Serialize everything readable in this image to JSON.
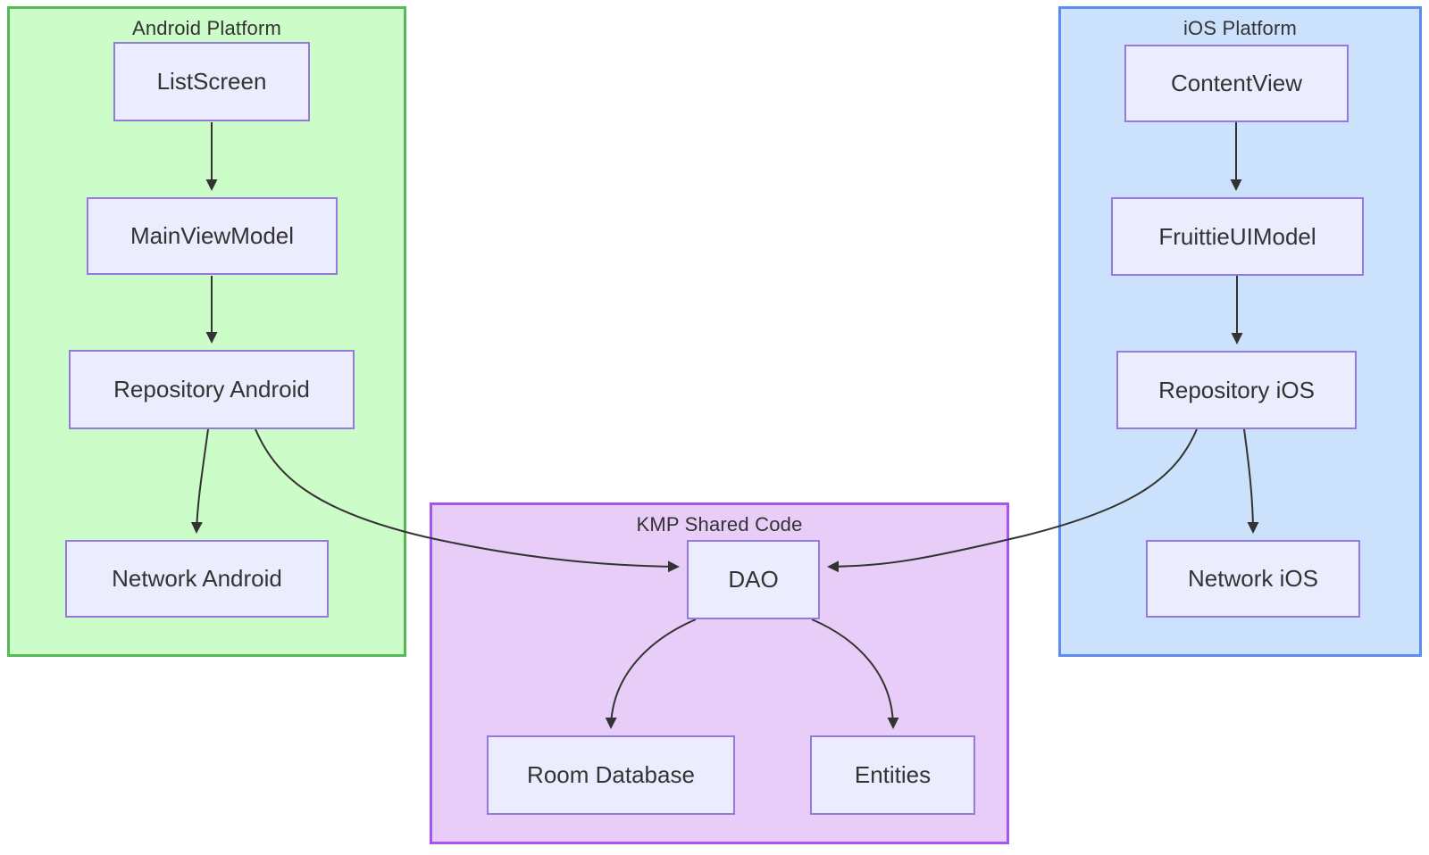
{
  "diagram": {
    "type": "flowchart",
    "direction": "top-down",
    "groups": [
      {
        "id": "android",
        "title": "Android Platform",
        "fill": "#ccfcc7",
        "border": "#57b857"
      },
      {
        "id": "ios",
        "title": "iOS Platform",
        "fill": "#cce1fb",
        "border": "#5b8df2"
      },
      {
        "id": "kmp",
        "title": "KMP Shared Code",
        "fill": "#e8cdf8",
        "border": "#a455f2"
      }
    ],
    "nodes": [
      {
        "id": "listscreen",
        "label": "ListScreen",
        "group": "android"
      },
      {
        "id": "mainviewmodel",
        "label": "MainViewModel",
        "group": "android"
      },
      {
        "id": "repository-android",
        "label": "Repository Android",
        "group": "android"
      },
      {
        "id": "network-android",
        "label": "Network Android",
        "group": "android"
      },
      {
        "id": "contentview",
        "label": "ContentView",
        "group": "ios"
      },
      {
        "id": "fruittieuimodel",
        "label": "FruittieUIModel",
        "group": "ios"
      },
      {
        "id": "repository-ios",
        "label": "Repository iOS",
        "group": "ios"
      },
      {
        "id": "network-ios",
        "label": "Network iOS",
        "group": "ios"
      },
      {
        "id": "dao",
        "label": "DAO",
        "group": "kmp"
      },
      {
        "id": "room-database",
        "label": "Room Database",
        "group": "kmp"
      },
      {
        "id": "entities",
        "label": "Entities",
        "group": "kmp"
      }
    ],
    "edges": [
      {
        "from": "listscreen",
        "to": "mainviewmodel"
      },
      {
        "from": "mainviewmodel",
        "to": "repository-android"
      },
      {
        "from": "repository-android",
        "to": "network-android"
      },
      {
        "from": "repository-android",
        "to": "dao"
      },
      {
        "from": "contentview",
        "to": "fruittieuimodel"
      },
      {
        "from": "fruittieuimodel",
        "to": "repository-ios"
      },
      {
        "from": "repository-ios",
        "to": "network-ios"
      },
      {
        "from": "repository-ios",
        "to": "dao"
      },
      {
        "from": "dao",
        "to": "room-database"
      },
      {
        "from": "dao",
        "to": "entities"
      }
    ],
    "colors": {
      "node_fill": "#ececff",
      "node_border": "#9579dd",
      "edge": "#333333",
      "text": "#333333",
      "background": "#ffffff"
    }
  }
}
